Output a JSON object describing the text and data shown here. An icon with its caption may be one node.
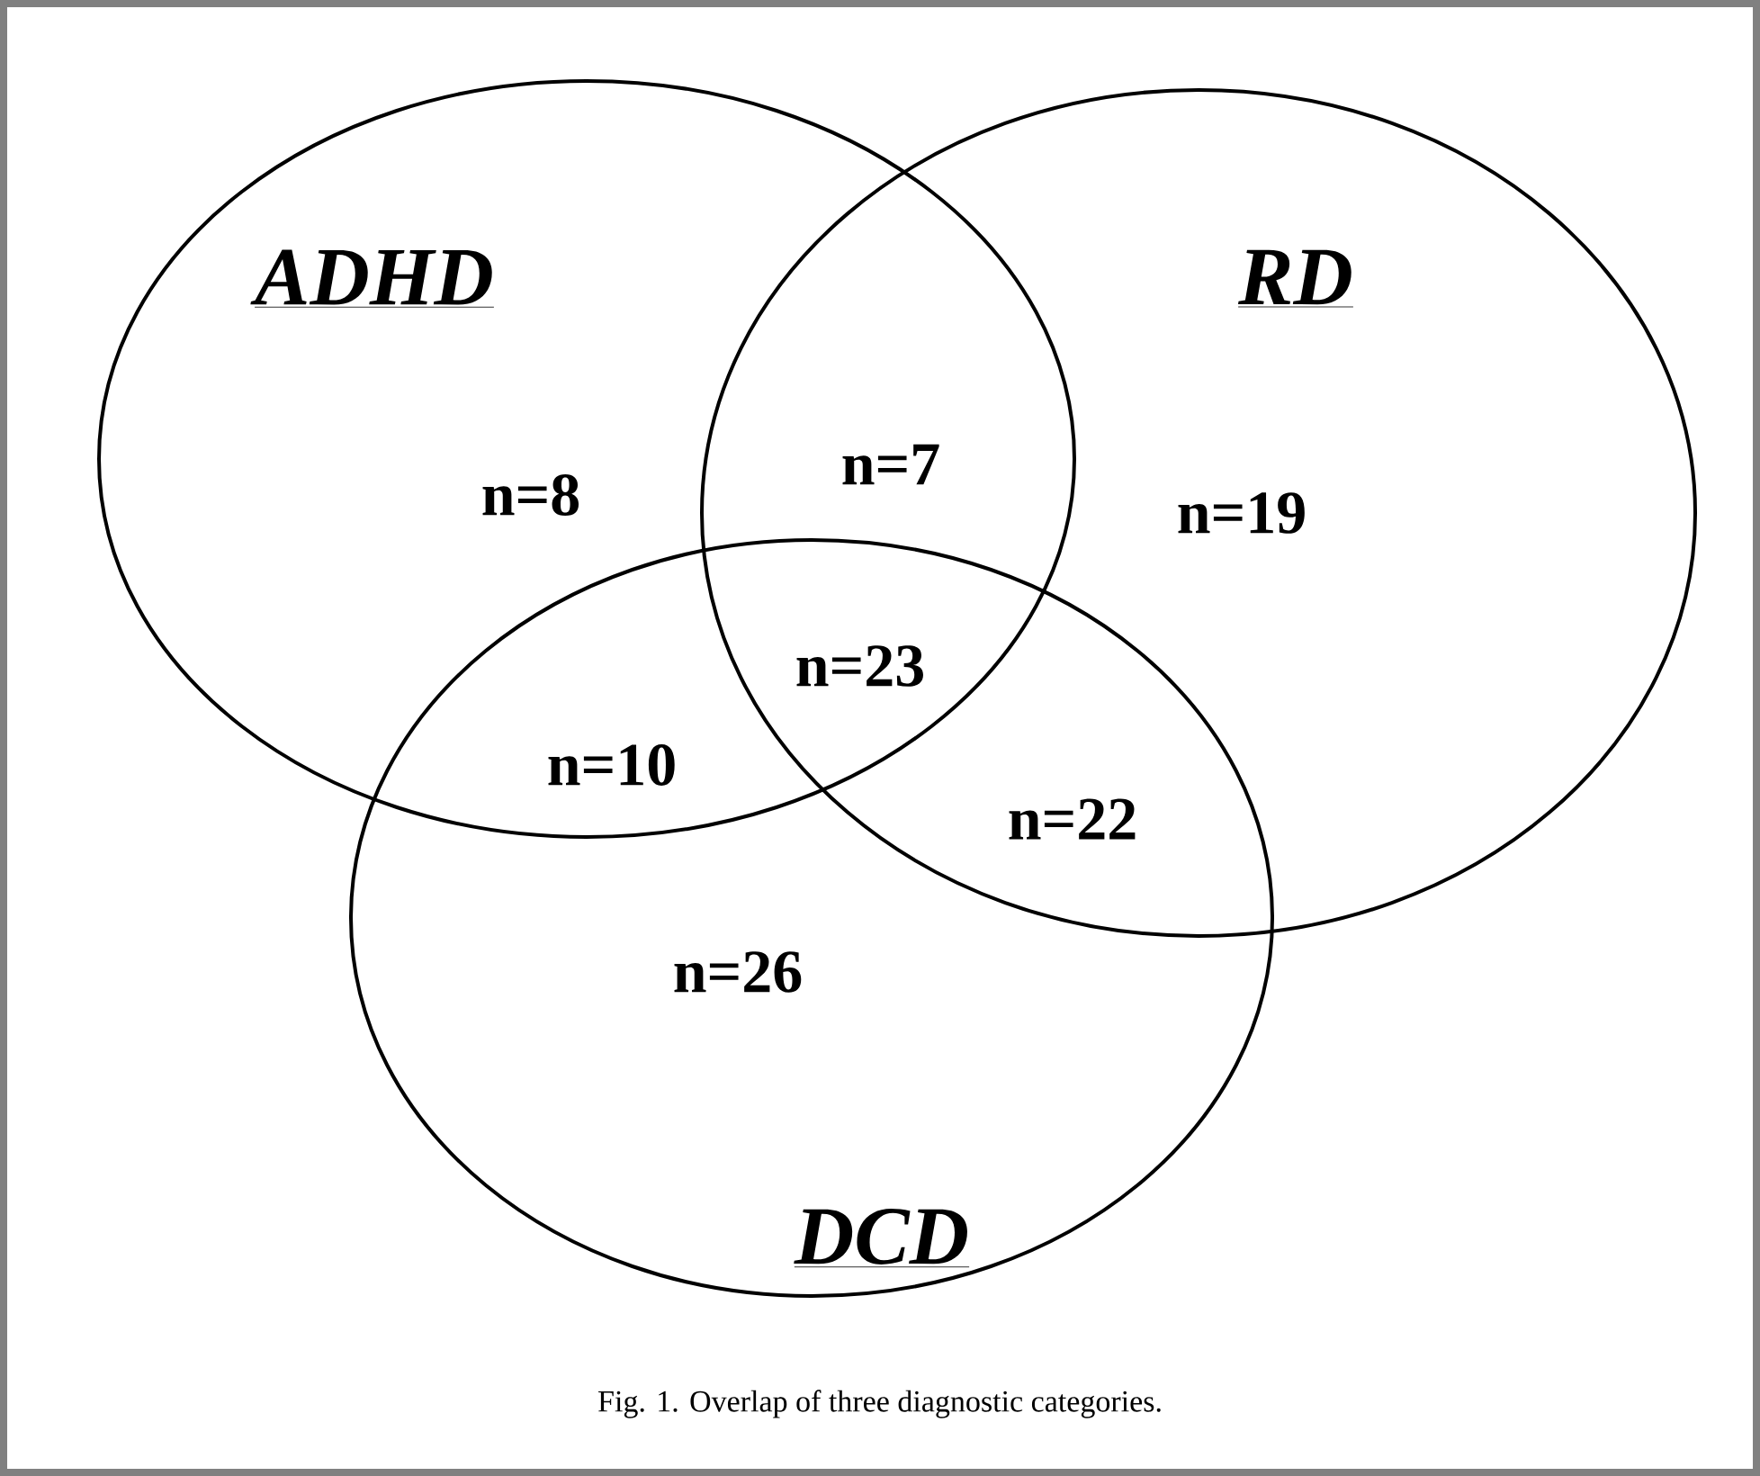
{
  "diagram": {
    "caption": "Fig. 1. Overlap of three diagnostic categories.",
    "nodes": [
      {
        "text": [
          "ADHD"
        ]
      },
      {
        "text": [
          "RD"
        ]
      },
      {
        "text": [
          "DCD"
        ]
      }
    ],
    "labels": [
      "n=8",
      "n=7",
      "n=19",
      "n=23",
      "n=10",
      "n=22",
      "n=26"
    ]
  }
}
